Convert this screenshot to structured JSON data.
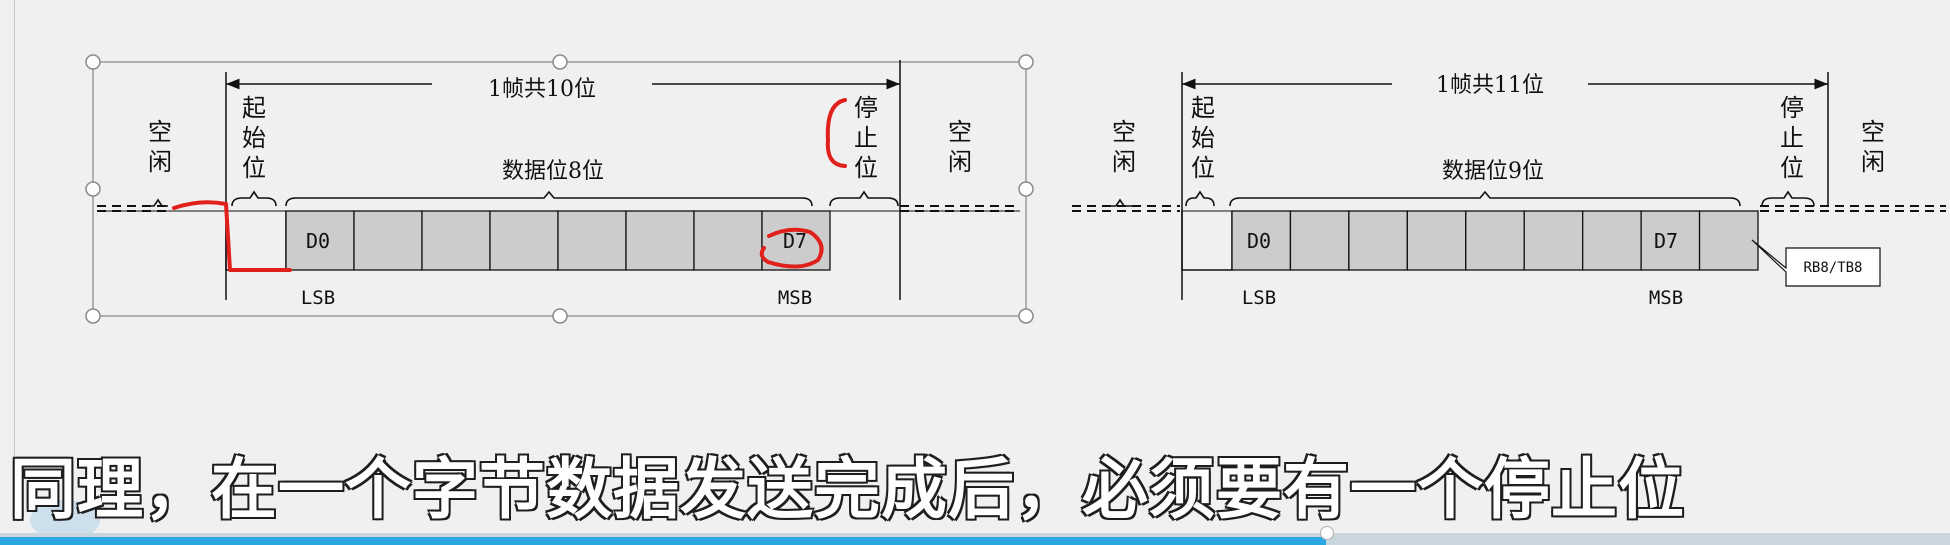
{
  "diagram_left": {
    "frame_label": "1帧共10位",
    "idle_left": [
      "空",
      "闲"
    ],
    "start_bit": [
      "起",
      "始",
      "位"
    ],
    "data_bits_label": "数据位8位",
    "stop_bit": [
      "停",
      "止",
      "位"
    ],
    "idle_right": [
      "空",
      "闲"
    ],
    "first_cell": "D0",
    "last_cell": "D7",
    "lsb": "LSB",
    "msb": "MSB",
    "cell_count": 8
  },
  "diagram_right": {
    "frame_label": "1帧共11位",
    "idle_left": [
      "空",
      "闲"
    ],
    "start_bit": [
      "起",
      "始",
      "位"
    ],
    "data_bits_label": "数据位9位",
    "stop_bit": [
      "停",
      "止",
      "位"
    ],
    "idle_right": [
      "空",
      "闲"
    ],
    "first_cell": "D0",
    "last_cell": "D7",
    "lsb": "LSB",
    "msb": "MSB",
    "callout": "RB8/TB8",
    "cell_count": 9
  },
  "subtitle": "同理，在一个字节数据发送完成后，必须要有一个停止位",
  "video_progress": 0.68,
  "colors": {
    "cell_fill": "#cccccc",
    "annotation_red": "#e0201a",
    "progress_blue": "#29a7e1"
  }
}
